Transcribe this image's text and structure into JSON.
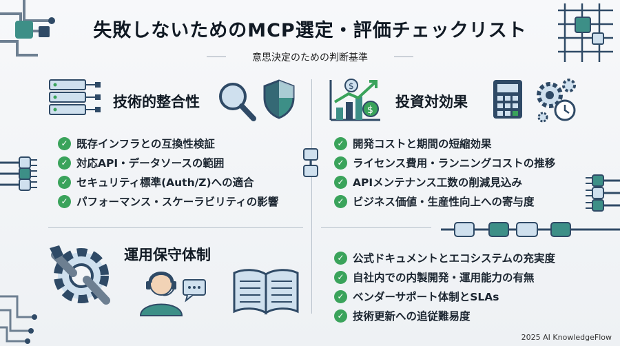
{
  "title": "失敗しないためのMCP選定・評価チェックリスト",
  "subtitle": "意思決定のための判断基準",
  "sections": [
    {
      "title": "技術的整合性",
      "items": [
        "既存インフラとの互換性検証",
        "対応API・データソースの範囲",
        "セキュリティ標準(Auth/Z)への適合",
        "パフォーマンス・スケーラビリティの影響"
      ]
    },
    {
      "title": "投資対効果",
      "items": [
        "開発コストと期間の短縮効果",
        "ライセンス費用・ランニングコストの推移",
        "APIメンテナンス工数の削減見込み",
        "ビジネス価値・生産性向上への寄与度"
      ]
    },
    {
      "title": "運用保守体制",
      "items": [
        "公式ドキュメントとエコシステムの充実度",
        "自社内での内製開発・運用能力の有無",
        "ベンダーサポート体制とSLAs",
        "技術更新への追従難易度"
      ]
    }
  ],
  "footer": "2025 AI KnowledgeFlow",
  "colors": {
    "accent_green": "#3aa35b",
    "navy": "#2f4a66",
    "teal": "#3d8f87",
    "light_blue": "#cfe0ee"
  },
  "icons": [
    "server-icon",
    "magnifier-icon",
    "shield-icon",
    "growth-chart-icon",
    "calculator-icon",
    "gears-icon",
    "wrench-gear-icon",
    "support-agent-icon",
    "open-book-icon",
    "circuit-icon",
    "plug-icon"
  ]
}
